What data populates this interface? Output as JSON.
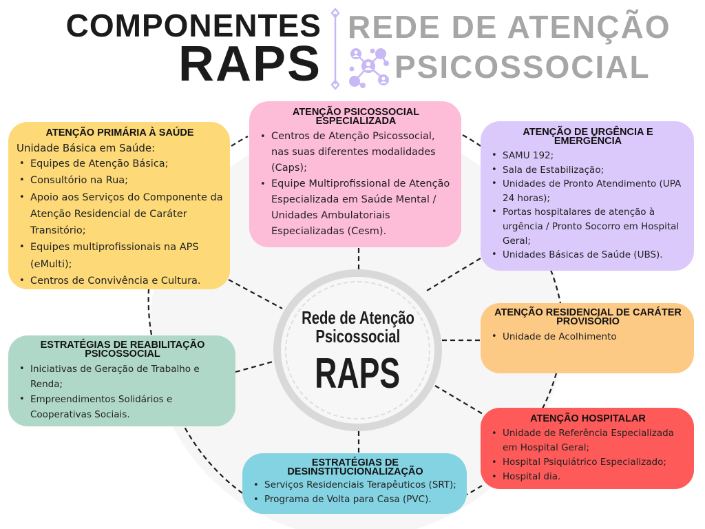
{
  "header": {
    "title_left_line1": "COMPONENTES",
    "title_left_line2": "RAPS",
    "title_right_line1": "REDE DE ATENÇÃO",
    "title_right_line2": "PSICOSSOCIAL",
    "icon": "people-network-icon",
    "accent_color": "#c9b8f6"
  },
  "center": {
    "line1": "Rede de Atenção",
    "line2": "Psicossocial",
    "acronym": "RAPS"
  },
  "components": [
    {
      "id": "aps",
      "title": "ATENÇÃO PRIMÁRIA À SAÚDE",
      "lead": "Unidade Básica em Saúde:",
      "color": "#fdd978",
      "items": [
        "Equipes de Atenção Básica;",
        "Consultório na Rua;",
        "Apoio aos Serviços do Componente da Atenção Residencial de Caráter Transitório;",
        "Equipes multiprofissionais na APS (eMulti);",
        "Centros de Convivência e Cultura."
      ]
    },
    {
      "id": "especializada",
      "title": "ATENÇÃO PSICOSSOCIAL ESPECIALIZADA",
      "color": "#fdbcd7",
      "items": [
        "Centros de Atenção Psicossocial, nas suas diferentes modalidades (Caps);",
        "Equipe Multiprofissional de Atenção Especializada em Saúde Mental / Unidades Ambulatoriais Especializadas (Cesm)."
      ]
    },
    {
      "id": "urgencia",
      "title": "ATENÇÃO DE URGÊNCIA E EMERGÊNCIA",
      "color": "#dbc9fc",
      "items": [
        "SAMU 192;",
        "Sala de Estabilização;",
        "Unidades de Pronto Atendimento (UPA 24 horas);",
        "Portas hospitalares de atenção à urgência / Pronto Socorro em Hospital Geral;",
        "Unidades Básicas de Saúde (UBS)."
      ]
    },
    {
      "id": "residencial",
      "title": "ATENÇÃO RESIDENCIAL DE CARÁTER PROVISÓRIO",
      "color": "#fdca86",
      "items": [
        "Unidade de Acolhimento"
      ]
    },
    {
      "id": "hospitalar",
      "title": "ATENÇÃO HOSPITALAR",
      "color": "#fd5a59",
      "items": [
        "Unidade de Referência Especializada em Hospital Geral;",
        "Hospital Psiquiátrico Especializado;",
        "Hospital dia."
      ]
    },
    {
      "id": "desinstitucionalizacao",
      "title": "ESTRATÉGIAS DE DESINSTITUCIONALIZAÇÃO",
      "color": "#84d3e3",
      "items": [
        "Serviços Residenciais Terapêuticos (SRT);",
        "Programa de Volta para Casa (PVC)."
      ]
    },
    {
      "id": "reabilitacao",
      "title": "ESTRATÉGIAS DE REABILITAÇÃO PSICOSSOCIAL",
      "color": "#b0d8c9",
      "items": [
        "Iniciativas de Geração de Trabalho e Renda;",
        "Empreendimentos Solidários e Cooperativas Sociais."
      ]
    }
  ]
}
